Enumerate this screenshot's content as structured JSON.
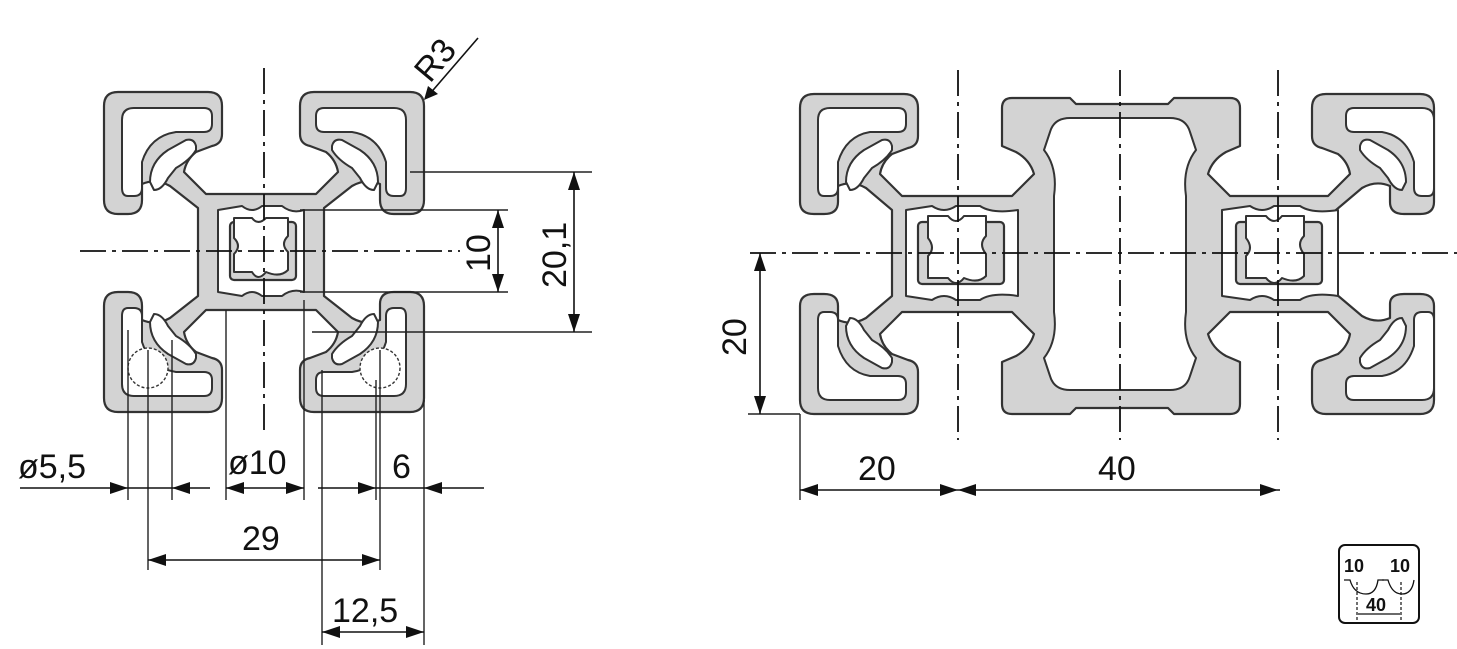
{
  "profile_4040": {
    "radius_label": "R3",
    "dim_10": "10",
    "dim_20_1": "20,1",
    "dia_5_5": "ø5,5",
    "dia_10": "ø10",
    "dim_6": "6",
    "dim_29": "29",
    "dim_12_5": "12,5"
  },
  "profile_4080": {
    "dim_20_vertical": "20",
    "dim_20_horizontal": "20",
    "dim_40": "40"
  },
  "badge": {
    "left_value": "10",
    "right_value": "10",
    "bottom_value": "40"
  }
}
